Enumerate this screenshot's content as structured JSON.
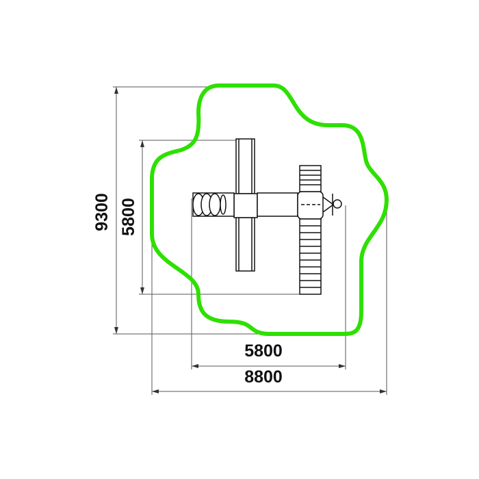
{
  "drawing": {
    "dimensions": {
      "overall_height": "9300",
      "equipment_height": "5800",
      "equipment_width": "5800",
      "overall_width": "8800"
    },
    "colors": {
      "safety_zone": "#2ee000",
      "lines": "#111111",
      "dimension_lines": "#555555"
    }
  }
}
